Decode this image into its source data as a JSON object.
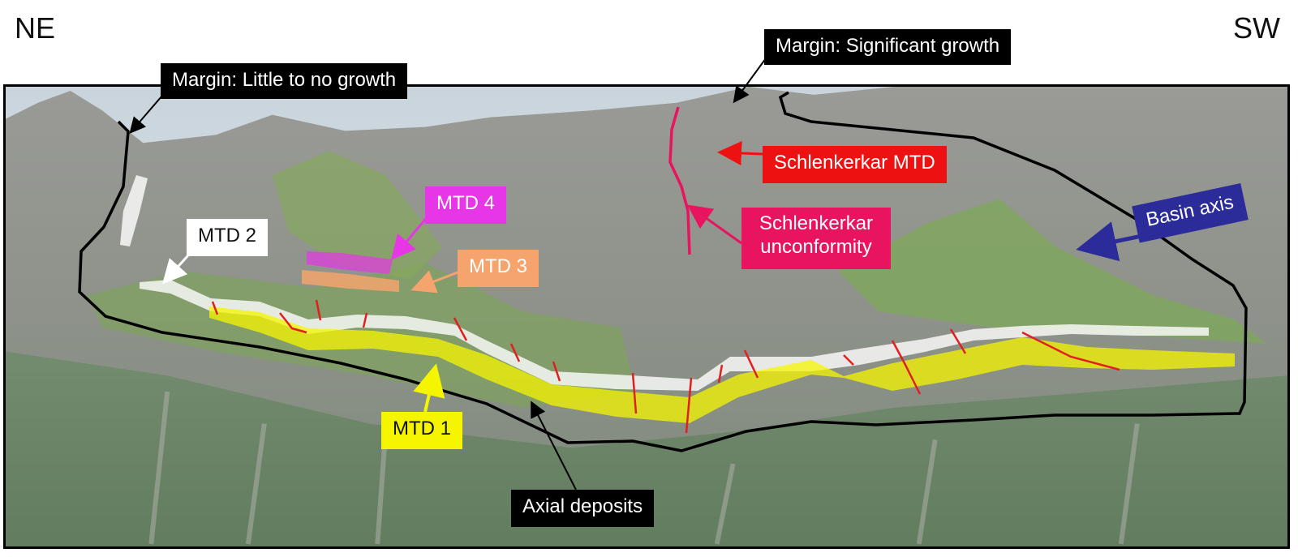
{
  "orientation": {
    "left": "NE",
    "right": "SW"
  },
  "labels": {
    "margin_little": "Margin: Little to no growth",
    "margin_significant": "Margin: Significant growth",
    "schlenkerkar_mtd": "Schlenkerkar MTD",
    "schlenkerkar_unconformity_line1": "Schlenkerkar",
    "schlenkerkar_unconformity_line2": "unconformity",
    "basin_axis": "Basin axis",
    "mtd1": "MTD 1",
    "mtd2": "MTD 2",
    "mtd3": "MTD 3",
    "mtd4": "MTD 4",
    "axial_deposits": "Axial deposits"
  },
  "colors": {
    "mtd1": "#f5f500",
    "mtd2": "#ffffff",
    "mtd3": "#f4a46c",
    "mtd4": "#e636e6",
    "schlenkerkar_mtd": "#ee1111",
    "schlenkerkar_unconformity": "#e8145f",
    "basin_axis": "#2b2b9a",
    "margin": "#000000",
    "faults": "#e02020"
  }
}
